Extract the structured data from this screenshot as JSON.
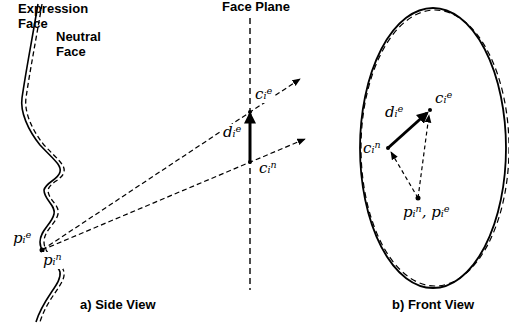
{
  "diagram": {
    "labels": [
      "Face Plane",
      "Expression Face",
      "Neutral Face",
      "cᵢᵉ",
      "dᵢᵉ",
      "pᵢᵉ",
      "pᵢⁿ",
      "cᵢⁿ",
      "a) Side View",
      "cᵢᵉ",
      "dᵢᵉ",
      "cᵢⁿ",
      "pᵢⁿ, pᵢᵉ",
      "b) Front View"
    ]
  }
}
